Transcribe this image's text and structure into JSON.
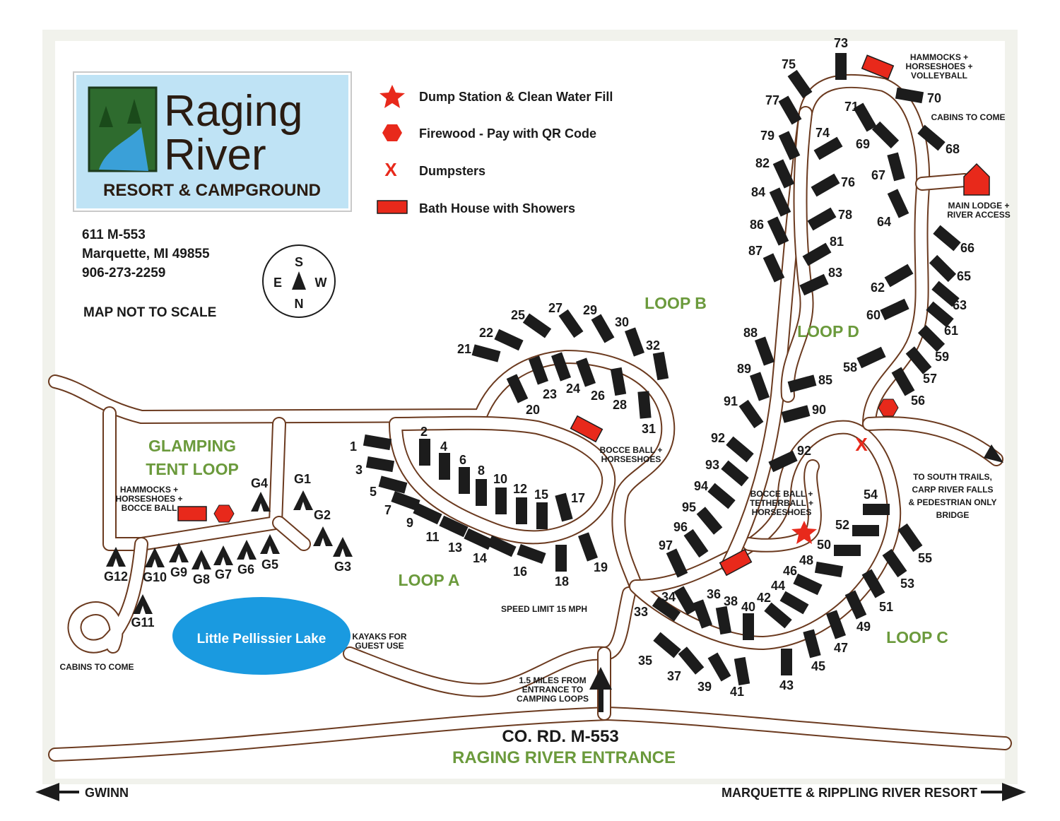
{
  "logo": {
    "line1": "Raging",
    "line2": "River",
    "line3": "RESORT & CAMPGROUND"
  },
  "legend": {
    "dump": "Dump Station & Clean Water Fill",
    "firewood": "Firewood - Pay with QR Code",
    "dumpsters": "Dumpsters",
    "bathhouse": "Bath House with Showers",
    "x_mark": "X"
  },
  "address": {
    "street": "611 M-553",
    "city": "Marquette, MI 49855",
    "phone": "906-273-2259",
    "scale_note": "MAP NOT TO SCALE"
  },
  "compass": {
    "north": "N",
    "south": "S",
    "east": "E",
    "west": "W"
  },
  "areas": {
    "loop_a": "LOOP A",
    "loop_b": "LOOP B",
    "loop_c": "LOOP C",
    "loop_d": "LOOP D",
    "glamping_1": "GLAMPING",
    "glamping_2": "TENT LOOP",
    "lake": "Little Pellissier Lake"
  },
  "notes": {
    "hammocks_top_1": "HAMMOCKS +",
    "hammocks_top_2": "HORSESHOES +",
    "hammocks_top_3": "VOLLEYBALL",
    "cabins_top": "CABINS TO COME",
    "lodge_1": "MAIN LODGE +",
    "lodge_2": "RIVER ACCESS",
    "bocce_b_1": "BOCCE BALL +",
    "bocce_b_2": "HORSESHOES",
    "bocce_c_1": "BOCCE BALL +",
    "bocce_c_2": "TETHERBALL +",
    "bocce_c_3": "HORSESHOES",
    "glamp_hammocks_1": "HAMMOCKS +",
    "glamp_hammocks_2": "HORSESHOES +",
    "glamp_hammocks_3": "BOCCE BALL",
    "trails_1": "TO SOUTH TRAILS,",
    "trails_2": "CARP RIVER FALLS",
    "trails_3": "& PEDESTRIAN ONLY",
    "trails_4": "BRIDGE",
    "speed": "SPEED LIMIT 15 MPH",
    "kayaks_1": "KAYAKS FOR",
    "kayaks_2": "GUEST USE",
    "cabins_bottom": "CABINS TO COME",
    "miles_1": "1.5 MILES FROM",
    "miles_2": "ENTRANCE TO",
    "miles_3": "CAMPING LOOPS",
    "road_name": "CO. RD. M-553",
    "entrance": "RAGING RIVER ENTRANCE",
    "west_dest": "GWINN",
    "east_dest": "MARQUETTE & RIPPLING RIVER RESORT"
  },
  "sites": [
    "1",
    "2",
    "3",
    "4",
    "5",
    "6",
    "7",
    "8",
    "9",
    "10",
    "11",
    "12",
    "13",
    "14",
    "15",
    "16",
    "17",
    "18",
    "19",
    "20",
    "21",
    "22",
    "23",
    "24",
    "25",
    "26",
    "27",
    "28",
    "29",
    "30",
    "31",
    "32",
    "33",
    "34",
    "35",
    "36",
    "37",
    "38",
    "39",
    "40",
    "41",
    "42",
    "43",
    "44",
    "45",
    "46",
    "47",
    "48",
    "49",
    "50",
    "51",
    "52",
    "53",
    "54",
    "55",
    "56",
    "57",
    "58",
    "59",
    "60",
    "61",
    "62",
    "63",
    "64",
    "65",
    "66",
    "67",
    "68",
    "69",
    "70",
    "71",
    "73",
    "74",
    "75",
    "76",
    "77",
    "78",
    "79",
    "81",
    "82",
    "83",
    "84",
    "85",
    "86",
    "87",
    "88",
    "89",
    "90",
    "91",
    "92",
    "92",
    "93",
    "94",
    "95",
    "96",
    "97"
  ],
  "glamping_sites": [
    "G1",
    "G2",
    "G3",
    "G4",
    "G5",
    "G6",
    "G7",
    "G8",
    "G9",
    "G10",
    "G11",
    "G12"
  ],
  "colors": {
    "road": "#6b3a1f",
    "accent_red": "#e8291b",
    "green_label": "#6b9a3c",
    "lake": "#1a9ae0",
    "logo_bg": "#bfe3f5"
  }
}
